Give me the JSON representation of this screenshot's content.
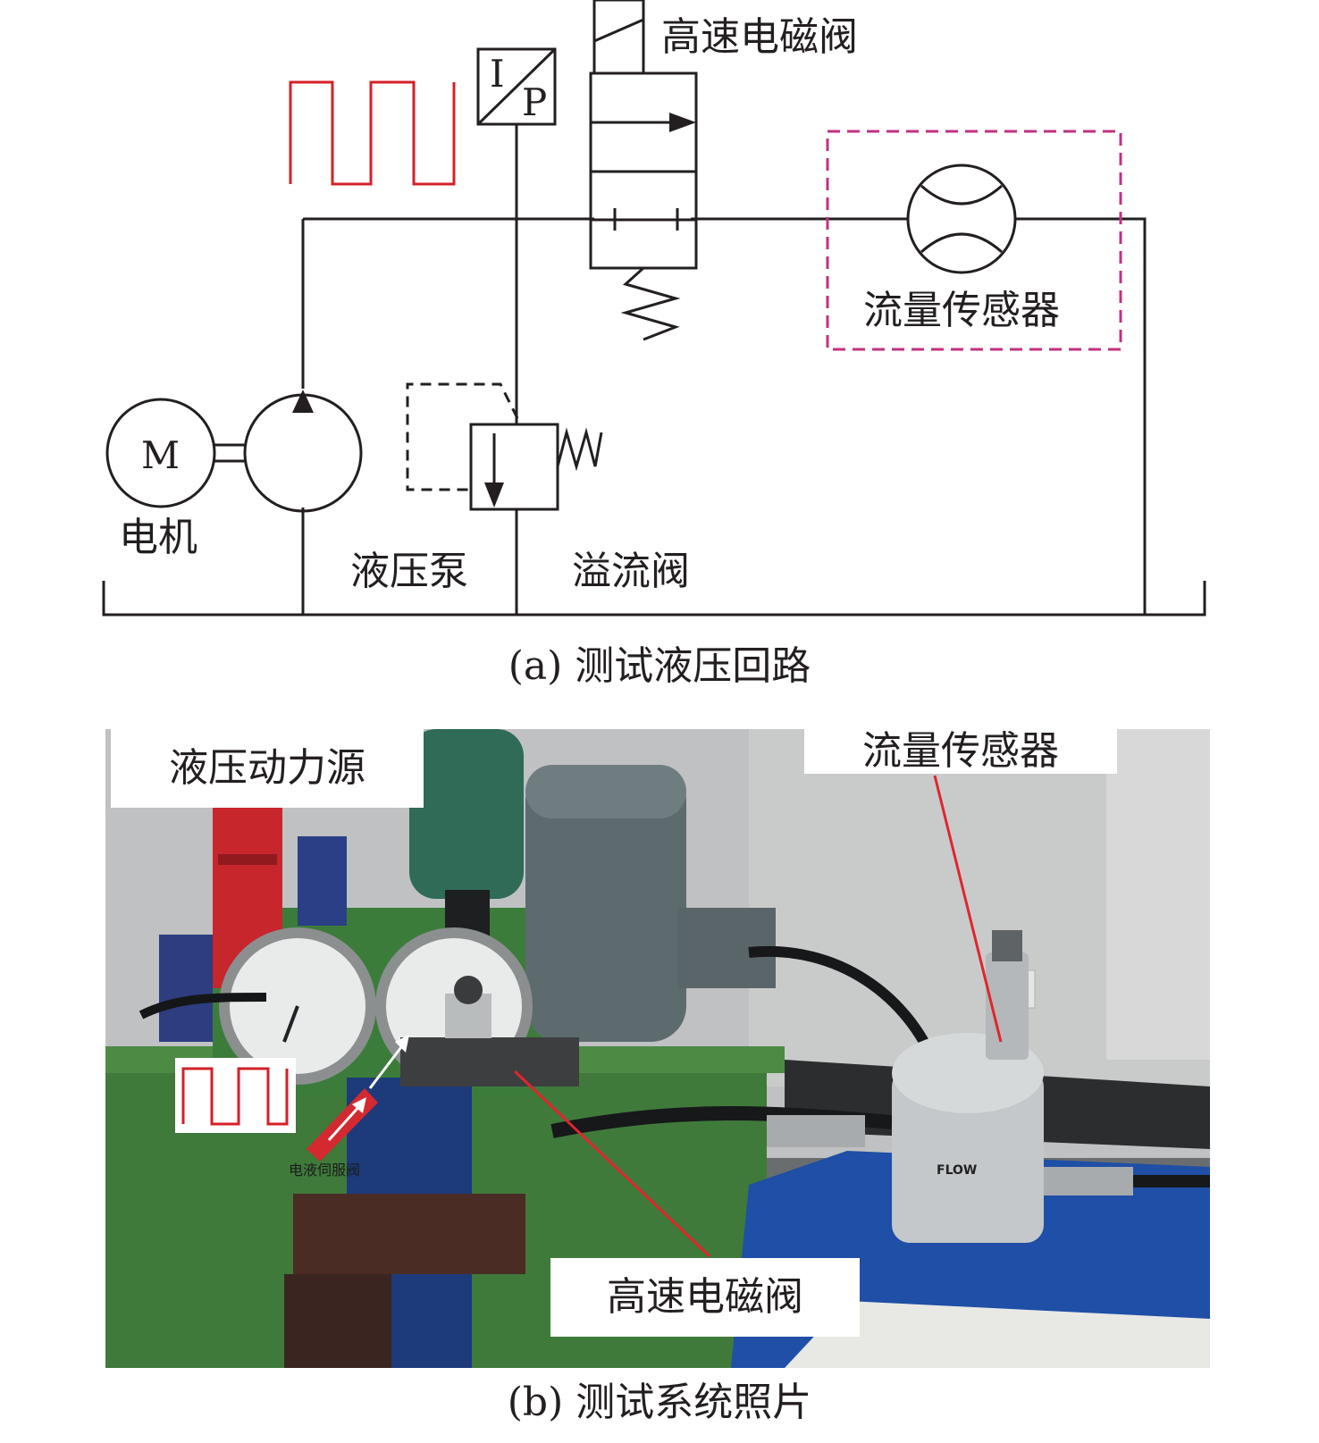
{
  "circuit": {
    "labels": {
      "solenoid_valve": "高速电磁阀",
      "flow_sensor": "流量传感器",
      "motor": "电机",
      "pump": "液压泵",
      "relief_valve": "溢流阀"
    },
    "symbols": {
      "motor": "M",
      "ip_input": "I",
      "ip_output": "P"
    },
    "caption": "(a) 测试液压回路"
  },
  "photo": {
    "labels": {
      "power_source": "液压动力源",
      "flow_sensor": "流量传感器",
      "solenoid_valve": "高速电磁阀",
      "panel_text": "电液伺服阀",
      "flow_marking": "FLOW"
    },
    "caption": "(b) 测试系统照片"
  },
  "colors": {
    "line": "#231f20",
    "signal": "#d42027",
    "sensor_box": "#c2307f",
    "leader": "#e0262d",
    "tank_green": "#3f7a3a",
    "accumulator": "#2f6b56",
    "motor_gray": "#5d6b6f",
    "vise_blue": "#1d3a7a",
    "base_blue": "#1f4fa6"
  }
}
